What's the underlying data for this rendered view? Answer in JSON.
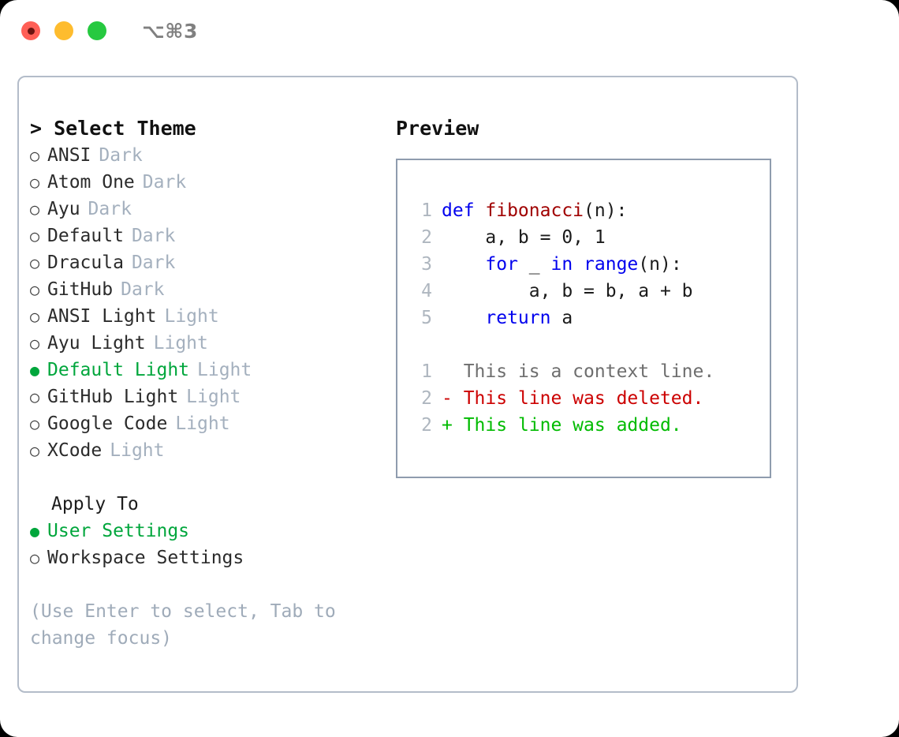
{
  "titlebar": {
    "shortcut": "⌥⌘3",
    "buttons": [
      "close",
      "minimize",
      "zoom"
    ]
  },
  "colors": {
    "accent_green": "#00a63c",
    "muted": "#a4b0be",
    "hint": "#9fabb9",
    "keyword_blue": "#0000ee",
    "function_red": "#a00000",
    "diff_delete": "#cc0000",
    "diff_add": "#00bb00",
    "line_number": "#aeb6bf",
    "panel_border": "#b3bcc9",
    "preview_border": "#8f9cae",
    "traffic_red": "#ff5f56",
    "traffic_yellow": "#febc2e",
    "traffic_green": "#26c940"
  },
  "theme_list": {
    "header": "> Select Theme",
    "items": [
      {
        "bullet": "○",
        "name": "ANSI",
        "kind": "Dark",
        "selected": false
      },
      {
        "bullet": "○",
        "name": "Atom One",
        "kind": "Dark",
        "selected": false
      },
      {
        "bullet": "○",
        "name": "Ayu",
        "kind": "Dark",
        "selected": false
      },
      {
        "bullet": "○",
        "name": "Default",
        "kind": "Dark",
        "selected": false
      },
      {
        "bullet": "○",
        "name": "Dracula",
        "kind": "Dark",
        "selected": false
      },
      {
        "bullet": "○",
        "name": "GitHub",
        "kind": "Dark",
        "selected": false
      },
      {
        "bullet": "○",
        "name": "ANSI Light",
        "kind": "Light",
        "selected": false
      },
      {
        "bullet": "○",
        "name": "Ayu Light",
        "kind": "Light",
        "selected": false
      },
      {
        "bullet": "●",
        "name": "Default Light",
        "kind": "Light",
        "selected": true
      },
      {
        "bullet": "○",
        "name": "GitHub Light",
        "kind": "Light",
        "selected": false
      },
      {
        "bullet": "○",
        "name": "Google Code",
        "kind": "Light",
        "selected": false
      },
      {
        "bullet": "○",
        "name": "XCode",
        "kind": "Light",
        "selected": false
      }
    ]
  },
  "apply_to": {
    "header": "Apply To",
    "items": [
      {
        "bullet": "●",
        "name": "User Settings",
        "selected": true
      },
      {
        "bullet": "○",
        "name": "Workspace Settings",
        "selected": false
      }
    ]
  },
  "hint": "(Use Enter to select, Tab to\nchange focus)",
  "preview": {
    "title": "Preview",
    "code_lines": [
      {
        "num": "1",
        "tokens": [
          {
            "t": "def ",
            "c": "kw"
          },
          {
            "t": "fibonacci",
            "c": "fn"
          },
          {
            "t": "(n):",
            "c": "plain"
          }
        ]
      },
      {
        "num": "2",
        "tokens": [
          {
            "t": "    a, b = 0, 1",
            "c": "plain"
          }
        ]
      },
      {
        "num": "3",
        "tokens": [
          {
            "t": "    ",
            "c": "plain"
          },
          {
            "t": "for",
            "c": "kw"
          },
          {
            "t": " _ ",
            "c": "plain"
          },
          {
            "t": "in",
            "c": "kw"
          },
          {
            "t": " ",
            "c": "plain"
          },
          {
            "t": "range",
            "c": "kw"
          },
          {
            "t": "(n):",
            "c": "plain"
          }
        ]
      },
      {
        "num": "4",
        "tokens": [
          {
            "t": "        a, b = b, a + b",
            "c": "plain"
          }
        ]
      },
      {
        "num": "5",
        "tokens": [
          {
            "t": "    ",
            "c": "plain"
          },
          {
            "t": "return",
            "c": "kw"
          },
          {
            "t": " a",
            "c": "plain"
          }
        ]
      }
    ],
    "diff_lines": [
      {
        "num": "1",
        "marker": "  ",
        "text": "This is a context line.",
        "kind": "ctx"
      },
      {
        "num": "2",
        "marker": "- ",
        "text": "This line was deleted.",
        "kind": "del"
      },
      {
        "num": "2",
        "marker": "+ ",
        "text": "This line was added.",
        "kind": "add"
      }
    ]
  }
}
